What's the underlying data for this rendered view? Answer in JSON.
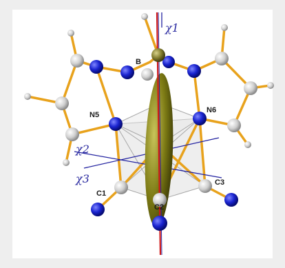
{
  "labels": {
    "B": "B",
    "N5": "N5",
    "N6": "N6",
    "C1": "C1",
    "C2": "C2",
    "C3": "C3",
    "chi1": "χ1",
    "chi2": "χ2",
    "chi3": "χ3"
  },
  "colors": {
    "bond": "#e8a21c",
    "nitrogen": "#1520c8",
    "carbon": "#c8c8c8",
    "boron": "#7a7a2a",
    "ellipsoid": "#7c7a14",
    "axis_main": "#d01818",
    "axis_blue": "#2222a0",
    "cage": "#b8b8b8"
  }
}
